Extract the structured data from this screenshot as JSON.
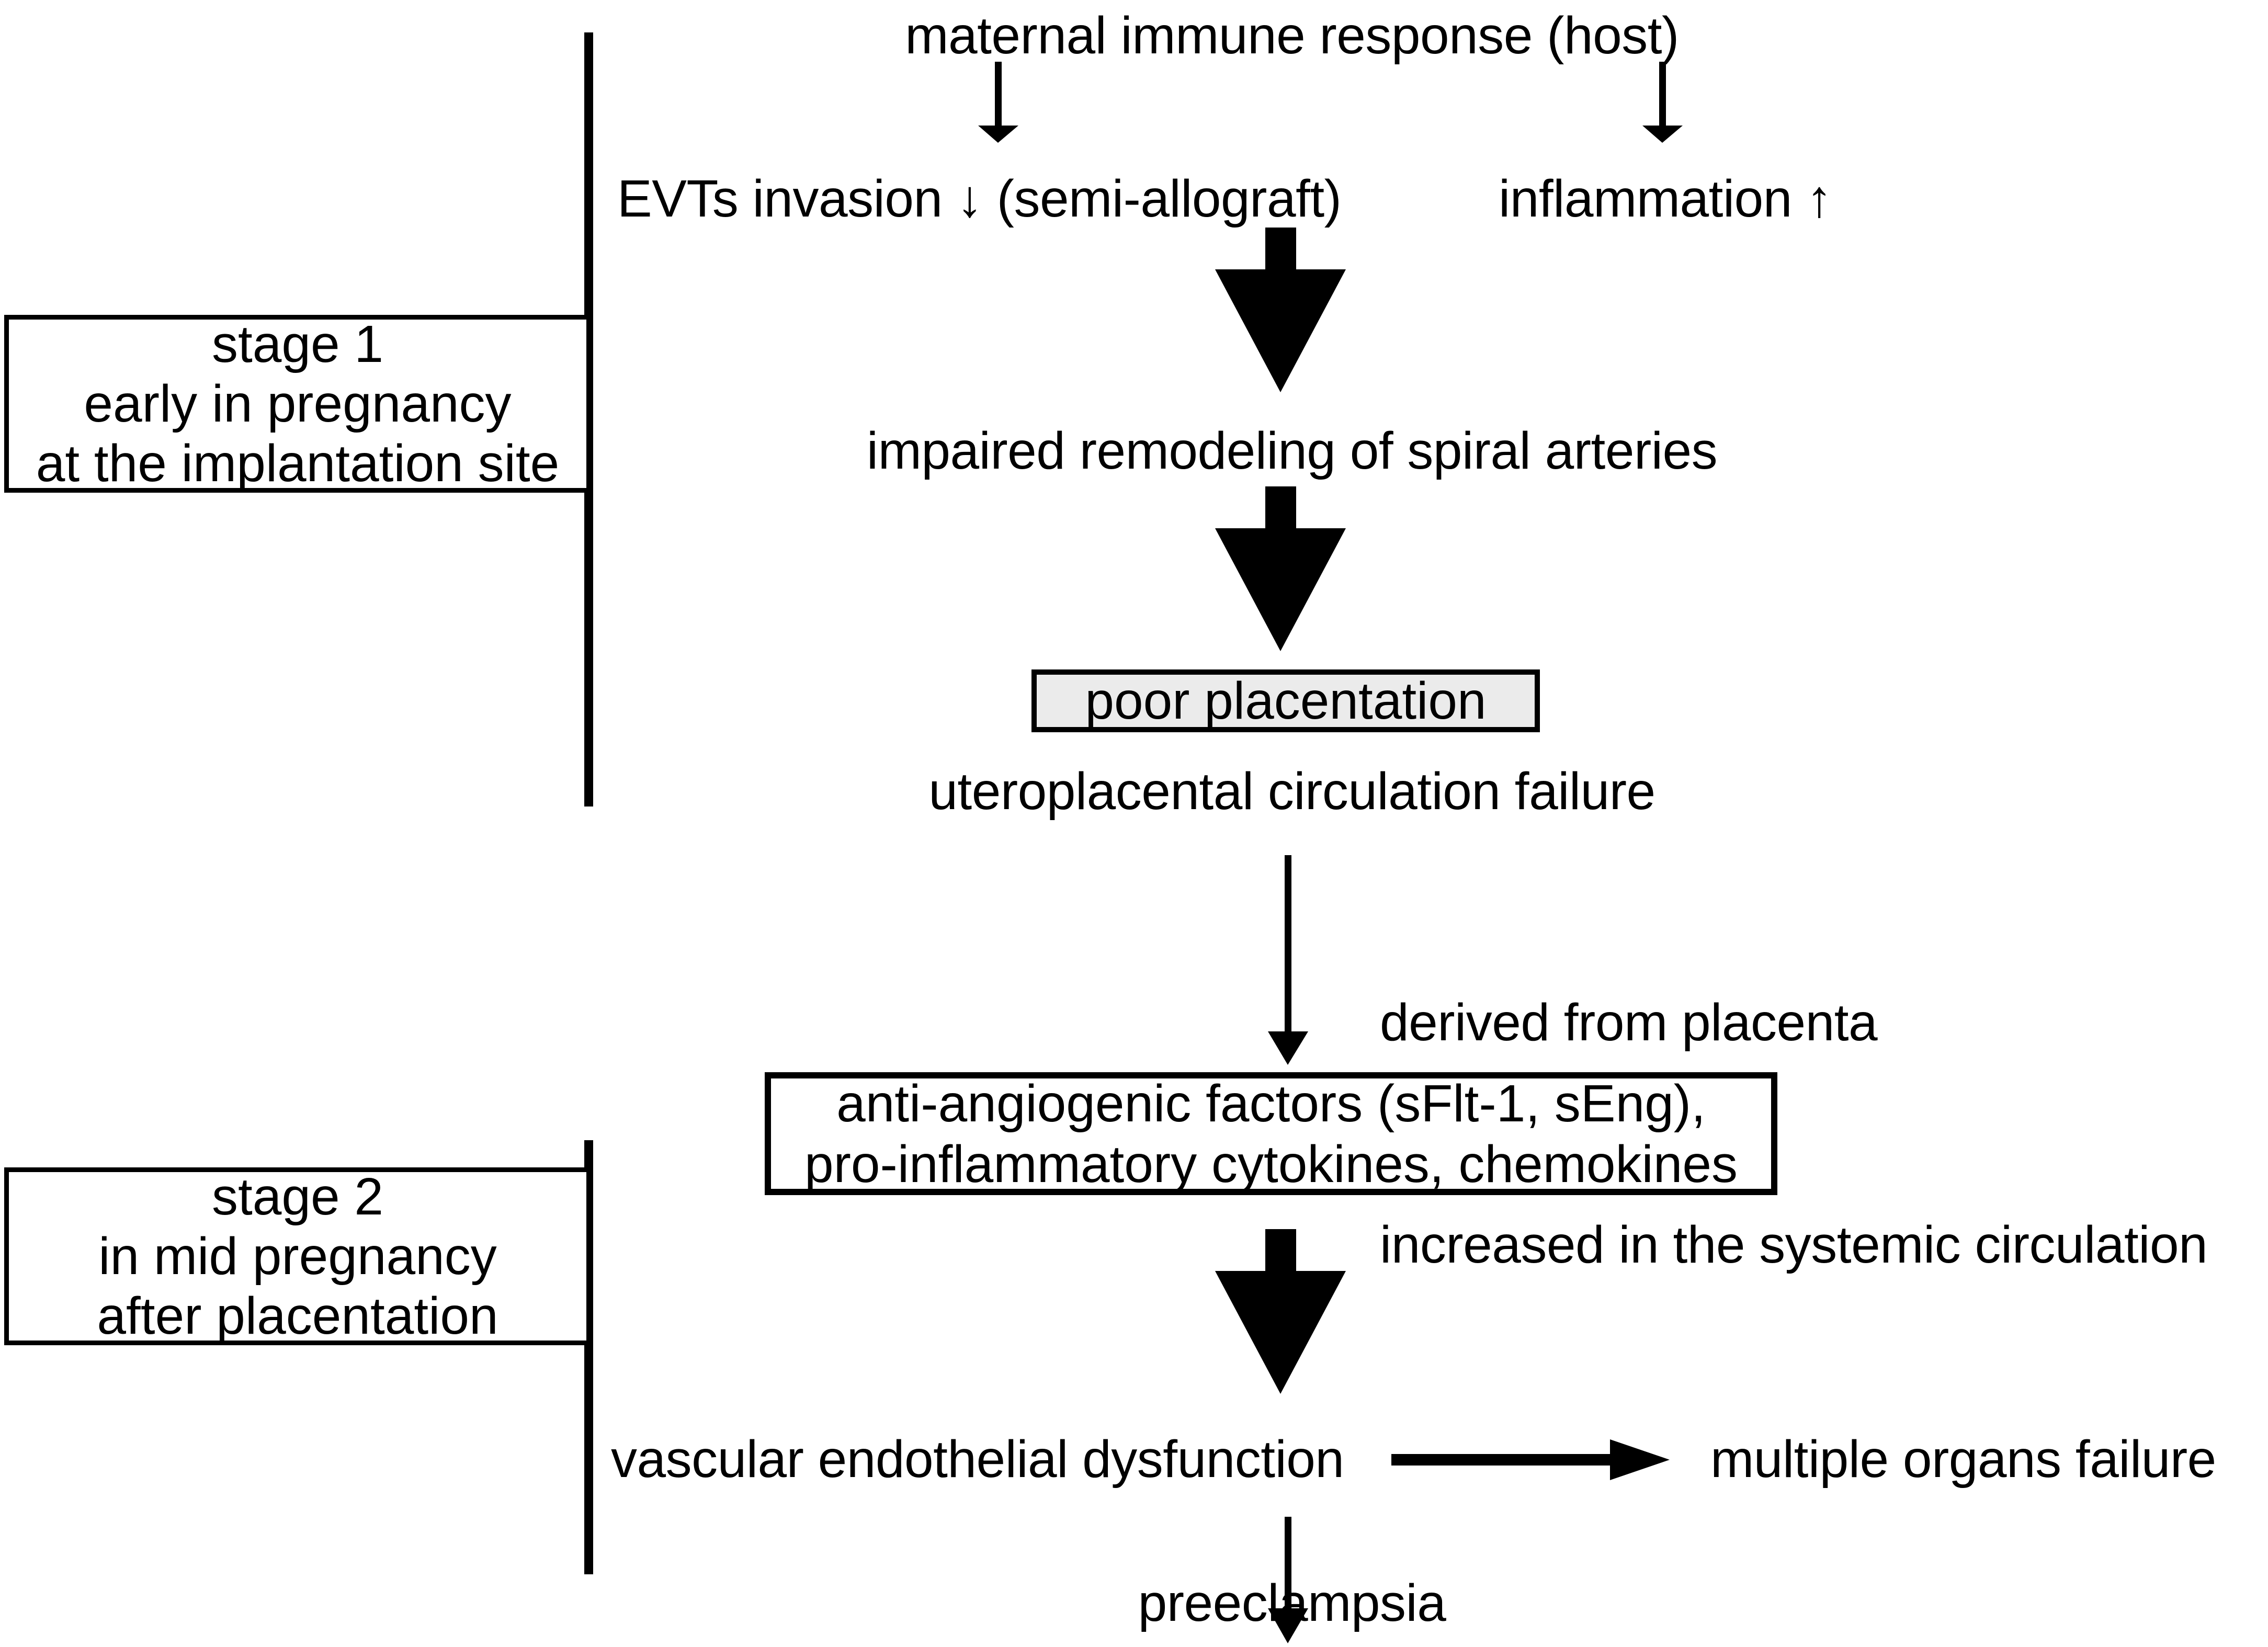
{
  "diagram": {
    "title": "two-stage model of preeclampsia pathogenesis",
    "top_node": "maternal immune response (host)",
    "branch_left": "EVTs invasion ↓ (semi-allograft)",
    "branch_right": "inflammation ↑",
    "impaired": "impaired remodeling of spiral arteries",
    "poor_placentation": "poor placentation",
    "uteroplacental": "uteroplacental circulation failure",
    "derived_label": "derived from placenta",
    "factors_line1": "anti-angiogenic factors (sFlt-1, sEng),",
    "factors_line2": "pro-inflammatory cytokines, chemokines",
    "increased_label": "increased in the systemic circulation",
    "endothelial": "vascular endothelial dysfunction",
    "organs_failure": "multiple organs failure",
    "preeclampsia": "preeclampsia"
  },
  "stages": [
    {
      "id": "stage-1",
      "lines": [
        "stage 1",
        "early in pregnancy",
        "at the implantation site"
      ]
    },
    {
      "id": "stage-2",
      "lines": [
        "stage 2",
        "in mid pregnancy",
        "after placentation"
      ]
    }
  ],
  "colors": {
    "ink": "#000000",
    "paper": "#ffffff",
    "highlight_fill": "#ebebeb"
  },
  "icons": {
    "thin_arrow": "thin-down-arrow-icon",
    "block_arrow": "block-down-arrow-icon",
    "right_arrow": "right-arrow-icon",
    "bracket": "stage-bracket-icon"
  }
}
